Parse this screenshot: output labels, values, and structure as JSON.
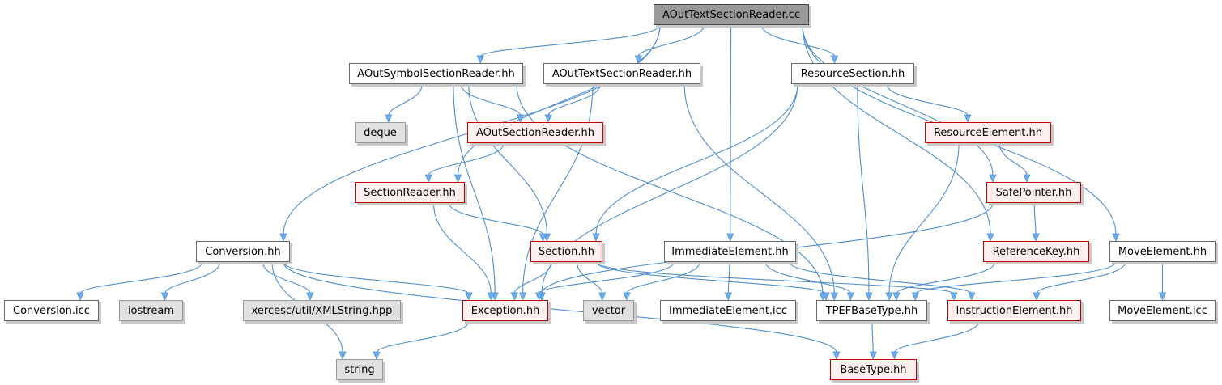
{
  "graph": {
    "edge_color": "#4f8fd0",
    "arrow_color": "#6aaef0",
    "nodes": [
      {
        "id": "root",
        "label": "AOutTextSectionReader.cc",
        "style": "root"
      },
      {
        "id": "aoutsym",
        "label": "AOutSymbolSectionReader.hh",
        "style": "plain"
      },
      {
        "id": "aouttext",
        "label": "AOutTextSectionReader.hh",
        "style": "plain"
      },
      {
        "id": "resource",
        "label": "ResourceSection.hh",
        "style": "plain"
      },
      {
        "id": "deque",
        "label": "deque",
        "style": "gray"
      },
      {
        "id": "aoutsect",
        "label": "AOutSectionReader.hh",
        "style": "red"
      },
      {
        "id": "reselem",
        "label": "ResourceElement.hh",
        "style": "red"
      },
      {
        "id": "sectreader",
        "label": "SectionReader.hh",
        "style": "red"
      },
      {
        "id": "safeptr",
        "label": "SafePointer.hh",
        "style": "red"
      },
      {
        "id": "conversion",
        "label": "Conversion.hh",
        "style": "plain"
      },
      {
        "id": "section",
        "label": "Section.hh",
        "style": "red"
      },
      {
        "id": "immediate",
        "label": "ImmediateElement.hh",
        "style": "plain"
      },
      {
        "id": "refkey",
        "label": "ReferenceKey.hh",
        "style": "red"
      },
      {
        "id": "moveelem",
        "label": "MoveElement.hh",
        "style": "plain"
      },
      {
        "id": "convicc",
        "label": "Conversion.icc",
        "style": "plain"
      },
      {
        "id": "iostream",
        "label": "iostream",
        "style": "gray"
      },
      {
        "id": "xmlstring",
        "label": "xercesc/util/XMLString.hpp",
        "style": "gray"
      },
      {
        "id": "exception",
        "label": "Exception.hh",
        "style": "red"
      },
      {
        "id": "vector",
        "label": "vector",
        "style": "gray"
      },
      {
        "id": "immicc",
        "label": "ImmediateElement.icc",
        "style": "plain"
      },
      {
        "id": "tpef",
        "label": "TPEFBaseType.hh",
        "style": "plain"
      },
      {
        "id": "instrelem",
        "label": "InstructionElement.hh",
        "style": "red"
      },
      {
        "id": "moveicc",
        "label": "MoveElement.icc",
        "style": "plain"
      },
      {
        "id": "string",
        "label": "string",
        "style": "gray"
      },
      {
        "id": "basetype",
        "label": "BaseType.hh",
        "style": "red"
      }
    ],
    "edges": [
      {
        "from": "root",
        "to": "aoutsym"
      },
      {
        "from": "root",
        "to": "aouttext"
      },
      {
        "from": "root",
        "to": "resource"
      },
      {
        "from": "root",
        "to": "sectreader"
      },
      {
        "from": "root",
        "to": "conversion"
      },
      {
        "from": "root",
        "to": "immediate"
      },
      {
        "from": "root",
        "to": "safeptr"
      },
      {
        "from": "root",
        "to": "refkey"
      },
      {
        "from": "root",
        "to": "moveelem"
      },
      {
        "from": "aoutsym",
        "to": "deque"
      },
      {
        "from": "aoutsym",
        "to": "aoutsect"
      },
      {
        "from": "aoutsym",
        "to": "section"
      },
      {
        "from": "aoutsym",
        "to": "exception"
      },
      {
        "from": "aoutsym",
        "to": "tpef"
      },
      {
        "from": "aouttext",
        "to": "aoutsect"
      },
      {
        "from": "aouttext",
        "to": "exception"
      },
      {
        "from": "aouttext",
        "to": "tpef"
      },
      {
        "from": "resource",
        "to": "reselem"
      },
      {
        "from": "resource",
        "to": "section"
      },
      {
        "from": "resource",
        "to": "exception"
      },
      {
        "from": "resource",
        "to": "tpef"
      },
      {
        "from": "aoutsect",
        "to": "sectreader"
      },
      {
        "from": "reselem",
        "to": "safeptr"
      },
      {
        "from": "reselem",
        "to": "tpef"
      },
      {
        "from": "sectreader",
        "to": "section"
      },
      {
        "from": "sectreader",
        "to": "exception"
      },
      {
        "from": "safeptr",
        "to": "refkey"
      },
      {
        "from": "safeptr",
        "to": "exception"
      },
      {
        "from": "conversion",
        "to": "convicc"
      },
      {
        "from": "conversion",
        "to": "iostream"
      },
      {
        "from": "conversion",
        "to": "xmlstring"
      },
      {
        "from": "conversion",
        "to": "exception"
      },
      {
        "from": "conversion",
        "to": "string"
      },
      {
        "from": "conversion",
        "to": "basetype"
      },
      {
        "from": "section",
        "to": "exception"
      },
      {
        "from": "section",
        "to": "vector"
      },
      {
        "from": "section",
        "to": "tpef"
      },
      {
        "from": "section",
        "to": "instrelem"
      },
      {
        "from": "immediate",
        "to": "exception"
      },
      {
        "from": "immediate",
        "to": "vector"
      },
      {
        "from": "immediate",
        "to": "immicc"
      },
      {
        "from": "immediate",
        "to": "tpef"
      },
      {
        "from": "immediate",
        "to": "instrelem"
      },
      {
        "from": "refkey",
        "to": "tpef"
      },
      {
        "from": "moveelem",
        "to": "tpef"
      },
      {
        "from": "moveelem",
        "to": "instrelem"
      },
      {
        "from": "moveelem",
        "to": "moveicc"
      },
      {
        "from": "exception",
        "to": "string"
      },
      {
        "from": "tpef",
        "to": "basetype"
      },
      {
        "from": "instrelem",
        "to": "basetype"
      }
    ]
  }
}
